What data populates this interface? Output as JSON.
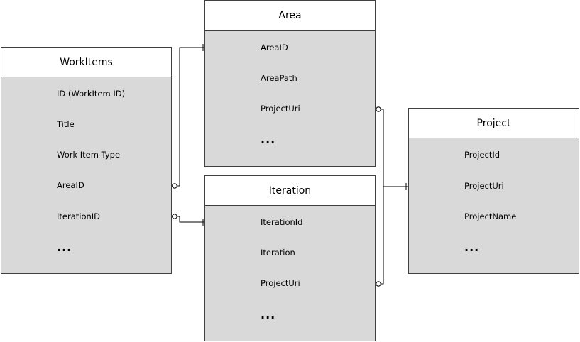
{
  "entities": {
    "workitems": {
      "title": "WorkItems",
      "fields": [
        "ID (WorkItem ID)",
        "Title",
        "Work Item Type",
        "AreaID",
        "IterationID",
        "..."
      ]
    },
    "area": {
      "title": "Area",
      "fields": [
        "AreaID",
        "AreaPath",
        "ProjectUri",
        "..."
      ]
    },
    "iteration": {
      "title": "Iteration",
      "fields": [
        "IterationId",
        "Iteration",
        "ProjectUri",
        "..."
      ]
    },
    "project": {
      "title": "Project",
      "fields": [
        "ProjectId",
        "ProjectUri",
        "ProjectName",
        "..."
      ]
    }
  },
  "relationships": [
    {
      "from": "WorkItems.AreaID",
      "from_cardinality": "zero-or-many",
      "to": "Area.AreaID",
      "to_cardinality": "exactly-one"
    },
    {
      "from": "WorkItems.IterationID",
      "from_cardinality": "zero-or-many",
      "to": "Iteration.IterationId",
      "to_cardinality": "exactly-one"
    },
    {
      "from": "Area.ProjectUri",
      "from_cardinality": "zero-or-many",
      "to": "Project.ProjectUri",
      "to_cardinality": "exactly-one"
    },
    {
      "from": "Iteration.ProjectUri",
      "from_cardinality": "zero-or-many",
      "to": "Project.ProjectUri",
      "to_cardinality": "exactly-one"
    }
  ],
  "colors": {
    "entity_body": "#d9d9d9",
    "entity_header": "#ffffff",
    "border": "#404040",
    "connector": "#000000"
  }
}
